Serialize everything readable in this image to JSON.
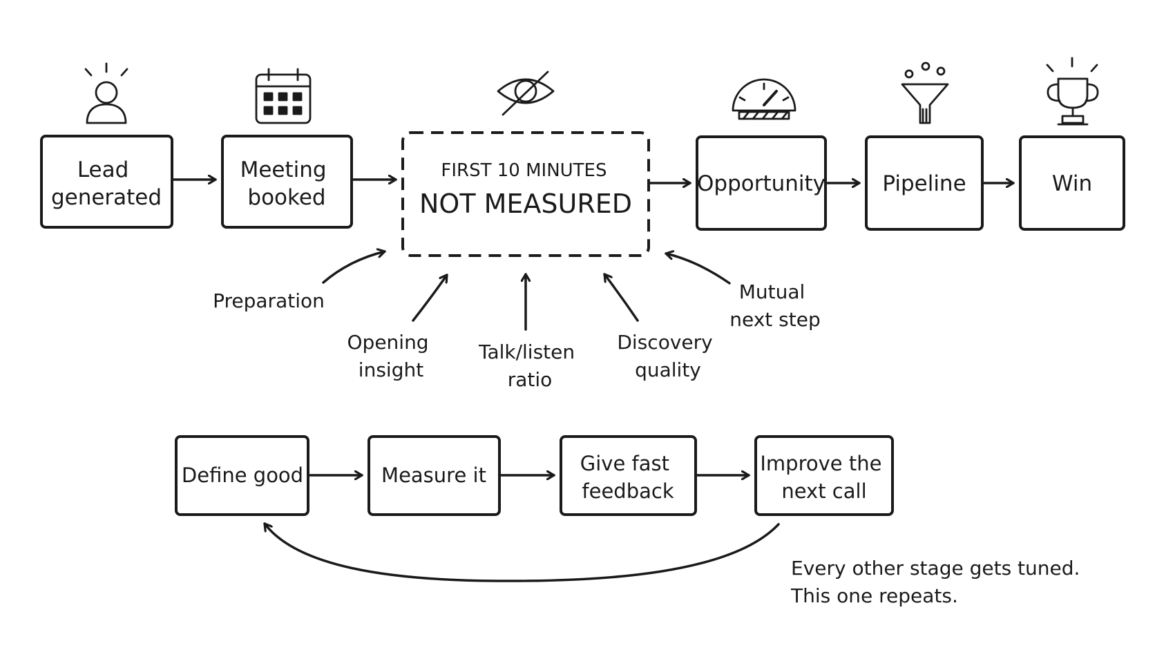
{
  "top_flow": {
    "lead": {
      "line1": "Lead",
      "line2": "generated",
      "icon": "person-icon"
    },
    "meeting": {
      "line1": "Meeting",
      "line2": "booked",
      "icon": "calendar-icon"
    },
    "gap": {
      "line1": "FIRST 10 MINUTES",
      "line2": "NOT MEASURED",
      "icon": "eye-slash-icon"
    },
    "opportunity": {
      "label": "Opportunity",
      "icon": "gauge-icon"
    },
    "pipeline": {
      "label": "Pipeline",
      "icon": "funnel-icon"
    },
    "win": {
      "label": "Win",
      "icon": "trophy-icon"
    }
  },
  "factors": {
    "preparation": {
      "line1": "Preparation"
    },
    "opening": {
      "line1": "Opening",
      "line2": "insight"
    },
    "talk": {
      "line1": "Talk/listen",
      "line2": "ratio"
    },
    "discovery": {
      "line1": "Discovery",
      "line2": "quality"
    },
    "mutual": {
      "line1": "Mutual",
      "line2": "next step"
    }
  },
  "loop": {
    "define": {
      "label": "Define good"
    },
    "measure": {
      "label": "Measure it"
    },
    "feedback": {
      "line1": "Give fast",
      "line2": "feedback"
    },
    "improve": {
      "line1": "Improve the",
      "line2": "next call"
    }
  },
  "note": {
    "line1": "Every other stage gets tuned.",
    "line2": "This one repeats."
  }
}
